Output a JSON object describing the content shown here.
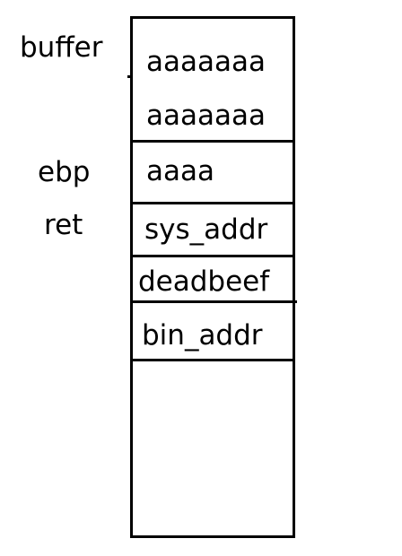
{
  "labels": {
    "buffer": "buffer",
    "ebp": "ebp",
    "ret": "ret"
  },
  "stack": {
    "cells": [
      "aaaaaaa",
      "aaaaaaa",
      "aaaa",
      "sys_addr",
      "deadbeef",
      "bin_addr"
    ]
  }
}
